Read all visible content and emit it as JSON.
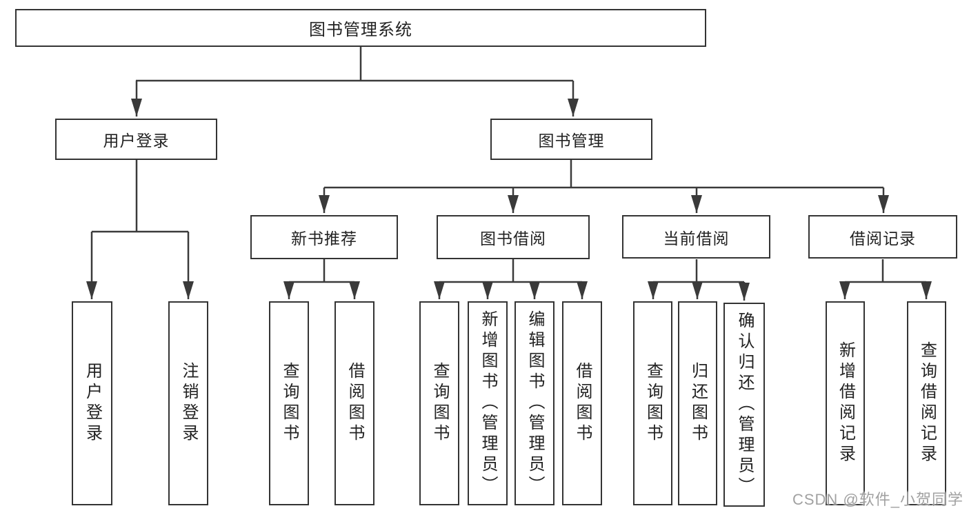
{
  "tree": {
    "label": "图书管理系统",
    "children": [
      {
        "label": "用户登录",
        "children": [
          {
            "label": "用户登录"
          },
          {
            "label": "注销登录"
          }
        ]
      },
      {
        "label": "图书管理",
        "children": [
          {
            "label": "新书推荐",
            "children": [
              {
                "label": "查询图书"
              },
              {
                "label": "借阅图书"
              }
            ]
          },
          {
            "label": "图书借阅",
            "children": [
              {
                "label": "查询图书"
              },
              {
                "label": "新增图书（管理员）"
              },
              {
                "label": "编辑图书（管理员）"
              },
              {
                "label": "借阅图书"
              }
            ]
          },
          {
            "label": "当前借阅",
            "children": [
              {
                "label": "查询图书"
              },
              {
                "label": "归还图书"
              },
              {
                "label": "确认归还（管理员）"
              }
            ]
          },
          {
            "label": "借阅记录",
            "children": [
              {
                "label": "新增借阅记录"
              },
              {
                "label": "查询借阅记录"
              }
            ]
          }
        ]
      }
    ]
  },
  "colors": {
    "line": "#3a3a3a",
    "box_border": "#333333",
    "background": "#ffffff",
    "watermark": "#919191"
  },
  "watermark": {
    "text": "CSDN @软件_小贺同学"
  }
}
